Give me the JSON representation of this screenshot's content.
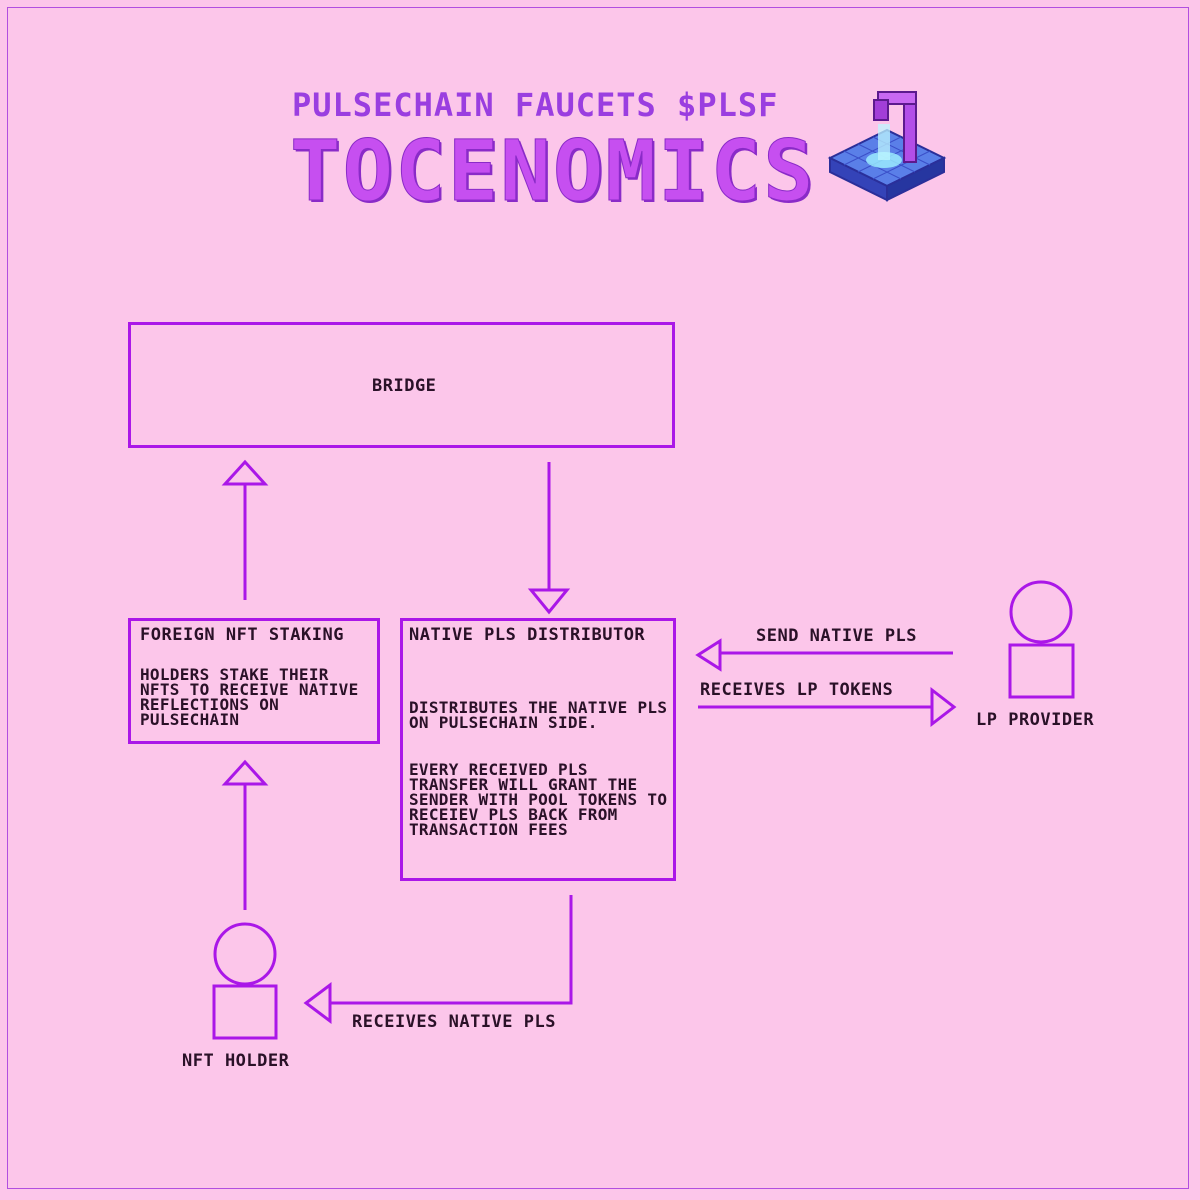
{
  "header": {
    "subtitle": "PULSECHAIN FAUCETS $PLSF",
    "title": "TOCENOMICS"
  },
  "colors": {
    "background": "#fcc6ea",
    "accent": "#aa17e8",
    "title": "#c64ff0",
    "text": "#2a1128"
  },
  "nodes": {
    "bridge": {
      "label": "BRIDGE"
    },
    "staking": {
      "title": "FOREIGN NFT STAKING",
      "description": "HOLDERS STAKE THEIR NFTS TO RECEIVE NATIVE REFLECTIONS ON PULSECHAIN"
    },
    "distributor": {
      "title": "NATIVE PLS DISTRIBUTOR",
      "description1": "DISTRIBUTES THE NATIVE PLS ON PULSECHAIN SIDE.",
      "description2": "EVERY RECEIVED PLS TRANSFER WILL GRANT THE SENDER WITH POOL TOKENS TO RECEIEV PLS BACK FROM TRANSACTION FEES"
    },
    "lp_provider": {
      "label": "LP PROVIDER"
    },
    "nft_holder": {
      "label": "NFT HOLDER"
    }
  },
  "edges": {
    "send_native": "SEND NATIVE PLS",
    "receives_lp": "RECEIVES LP TOKENS",
    "receives_native": "RECEIVES NATIVE PLS"
  },
  "icons": {
    "faucet": "faucet-icon",
    "person": "person-icon"
  }
}
